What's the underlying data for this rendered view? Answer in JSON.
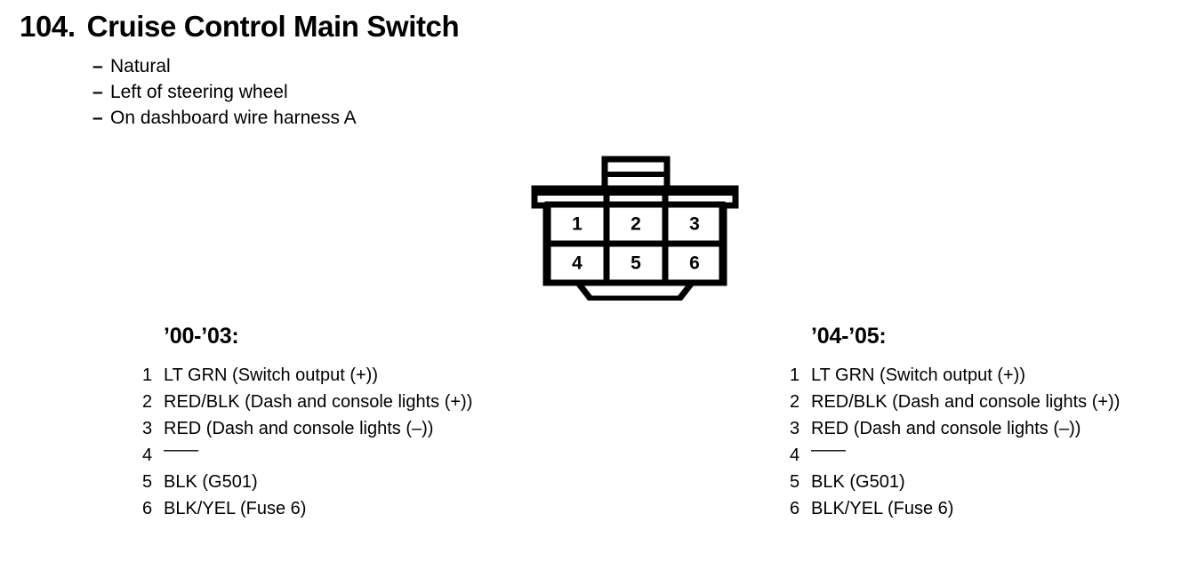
{
  "heading": {
    "number": "104.",
    "title": "Cruise Control Main Switch",
    "bullet_dash": "–",
    "attributes": [
      "Natural",
      "Left of steering wheel",
      "On dashboard wire harness A"
    ]
  },
  "connector": {
    "name": "6-pin connector face view",
    "rows": 2,
    "columns": 3,
    "pins": [
      "1",
      "2",
      "3",
      "4",
      "5",
      "6"
    ],
    "outline_color": "#000000",
    "fill_color": "#ffffff"
  },
  "columns": [
    {
      "heading": "’00-’03:",
      "pins": [
        {
          "index": "1",
          "desc": "LT GRN (Switch output (+))",
          "empty": false
        },
        {
          "index": "2",
          "desc": "RED/BLK (Dash and console lights (+))",
          "empty": false
        },
        {
          "index": "3",
          "desc": "RED (Dash and console lights (–))",
          "empty": false
        },
        {
          "index": "4",
          "desc": "——",
          "empty": true
        },
        {
          "index": "5",
          "desc": "BLK (G501)",
          "empty": false
        },
        {
          "index": "6",
          "desc": "BLK/YEL (Fuse 6)",
          "empty": false
        }
      ]
    },
    {
      "heading": "’04-’05:",
      "pins": [
        {
          "index": "1",
          "desc": "LT GRN (Switch output (+))",
          "empty": false
        },
        {
          "index": "2",
          "desc": "RED/BLK (Dash and console lights (+))",
          "empty": false
        },
        {
          "index": "3",
          "desc": "RED (Dash and console lights (–))",
          "empty": false
        },
        {
          "index": "4",
          "desc": "——",
          "empty": true
        },
        {
          "index": "5",
          "desc": "BLK (G501)",
          "empty": false
        },
        {
          "index": "6",
          "desc": "BLK/YEL (Fuse 6)",
          "empty": false
        }
      ]
    }
  ]
}
